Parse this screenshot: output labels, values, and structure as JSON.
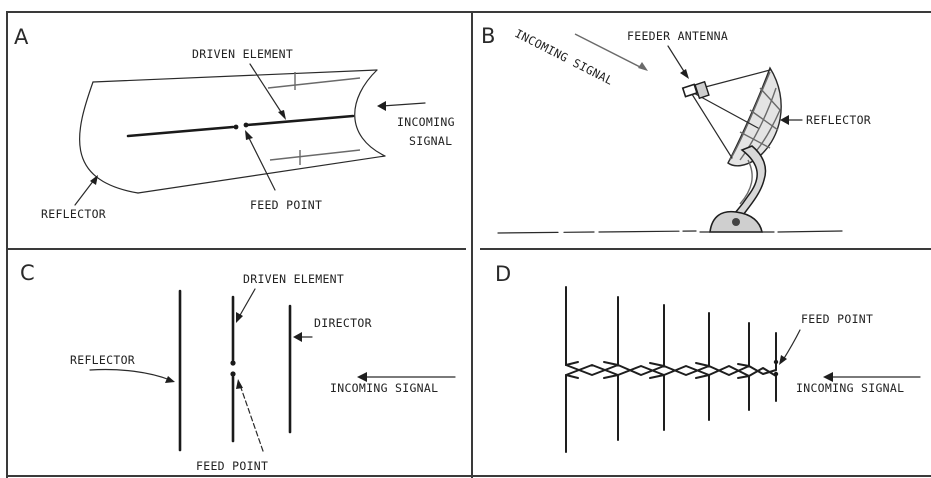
{
  "panels": {
    "a": {
      "letter": "A",
      "driven_element": "DRIVEN ELEMENT",
      "incoming_signal_line1": "INCOMING",
      "incoming_signal_line2": "SIGNAL",
      "reflector": "REFLECTOR",
      "feed_point": "FEED POINT"
    },
    "b": {
      "letter": "B",
      "incoming_signal": "INCOMING SIGNAL",
      "feeder_antenna": "FEEDER ANTENNA",
      "reflector": "REFLECTOR"
    },
    "c": {
      "letter": "C",
      "driven_element": "DRIVEN ELEMENT",
      "director": "DIRECTOR",
      "reflector": "REFLECTOR",
      "incoming_signal": "INCOMING SIGNAL",
      "feed_point": "FEED POINT"
    },
    "d": {
      "letter": "D",
      "feed_point": "FEED POINT",
      "incoming_signal": "INCOMING SIGNAL"
    }
  }
}
